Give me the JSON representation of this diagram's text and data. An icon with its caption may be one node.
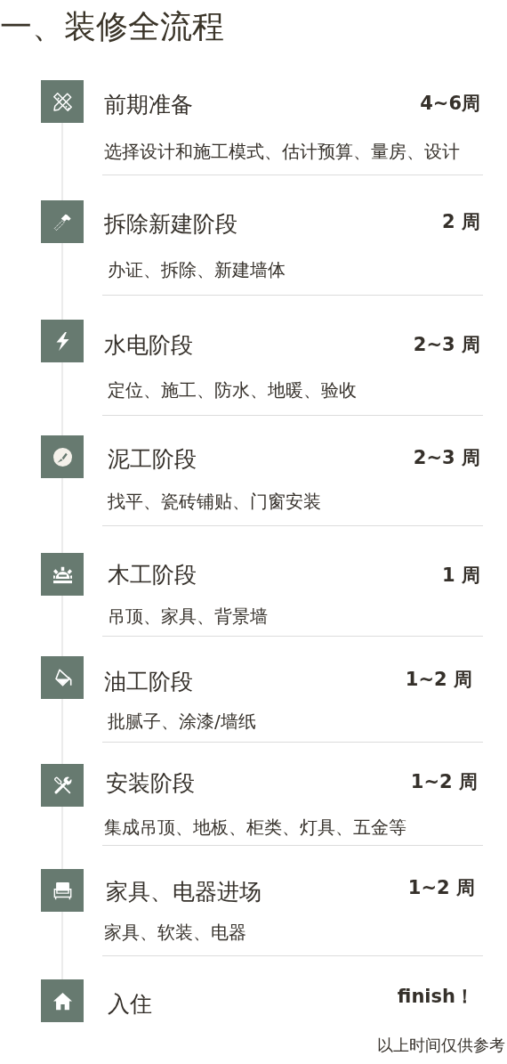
{
  "diagram": {
    "title": "一、装修全流程",
    "nodes": [
      {
        "text": [],
        "shape": "box",
        "beside": [
          "前期准备",
          "选择设计和施工模式、估计预算、量房、设计"
        ]
      },
      {
        "text": [],
        "shape": "box",
        "beside": [
          "拆除新建阶段",
          "办证、拆除、新建墙体"
        ]
      },
      {
        "text": [],
        "shape": "box",
        "beside": [
          "水电阶段",
          "定位、施工、防水、地暖、验收"
        ]
      },
      {
        "text": [],
        "shape": "box",
        "beside": [
          "泥工阶段",
          "找平、瓷砖铺贴、门窗安装"
        ]
      },
      {
        "text": [],
        "shape": "box",
        "beside": [
          "木工阶段",
          "吊顶、家具、背景墙"
        ]
      },
      {
        "text": [],
        "shape": "box",
        "beside": [
          "油工阶段",
          "批腻子、涂漆/墙纸"
        ]
      },
      {
        "text": [],
        "shape": "box",
        "beside": [
          "安装阶段",
          "集成吊顶、地板、柜类、灯具、五金等"
        ]
      },
      {
        "text": [],
        "shape": "box",
        "beside": [
          "家具、电器进场",
          "家具、软装、电器"
        ]
      },
      {
        "text": [],
        "shape": "box",
        "beside": [
          "入住"
        ]
      }
    ],
    "edges": [
      {
        "from": 0,
        "to": 1,
        "arrow": "none"
      },
      {
        "from": 1,
        "to": 2,
        "arrow": "none"
      },
      {
        "from": 2,
        "to": 3,
        "arrow": "none"
      },
      {
        "from": 3,
        "to": 4,
        "arrow": "none"
      },
      {
        "from": 4,
        "to": 5,
        "arrow": "none"
      },
      {
        "from": 5,
        "to": 6,
        "arrow": "none"
      },
      {
        "from": 6,
        "to": 7,
        "arrow": "none"
      },
      {
        "from": 7,
        "to": 8,
        "arrow": "none"
      }
    ],
    "labels": [
      "4~6周",
      "2 周",
      "2~3 周",
      "2~3 周",
      "1 周",
      "1~2 周",
      "1~2 周",
      "1~2 周",
      "finish！",
      "以上时间仅供参考"
    ]
  }
}
